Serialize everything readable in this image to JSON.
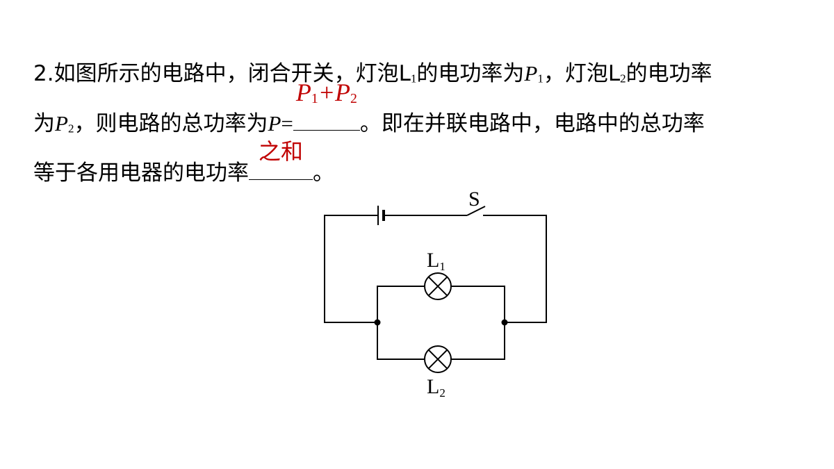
{
  "question": {
    "line1": {
      "prefix": "2.如图所示的电路中，闭合开关，灯泡L",
      "sub1": "1",
      "mid1": "的电功率为",
      "p": "P",
      "psub1": "1",
      "mid2": "，灯泡L",
      "sub2": "2",
      "suffix": "的电功率"
    },
    "line2": {
      "prefix": "为",
      "p": "P",
      "psub": "2",
      "mid": "，则电路的总功率为",
      "p_total": "P",
      "equals": "=",
      "suffix": "。即在并联电路中，电路中的总功率"
    },
    "line3": {
      "prefix": "等于各用电器的电功率",
      "suffix": "。"
    }
  },
  "answers": {
    "formula": {
      "p1": "P",
      "sub1": "1",
      "plus": "+",
      "p2": "P",
      "sub2": "2"
    },
    "word": "之和"
  },
  "diagram": {
    "switch_label": "S",
    "lamp1": {
      "letter": "L",
      "sub": "1"
    },
    "lamp2": {
      "letter": "L",
      "sub": "2"
    }
  },
  "colors": {
    "text": "#000000",
    "answer": "#c00000"
  }
}
